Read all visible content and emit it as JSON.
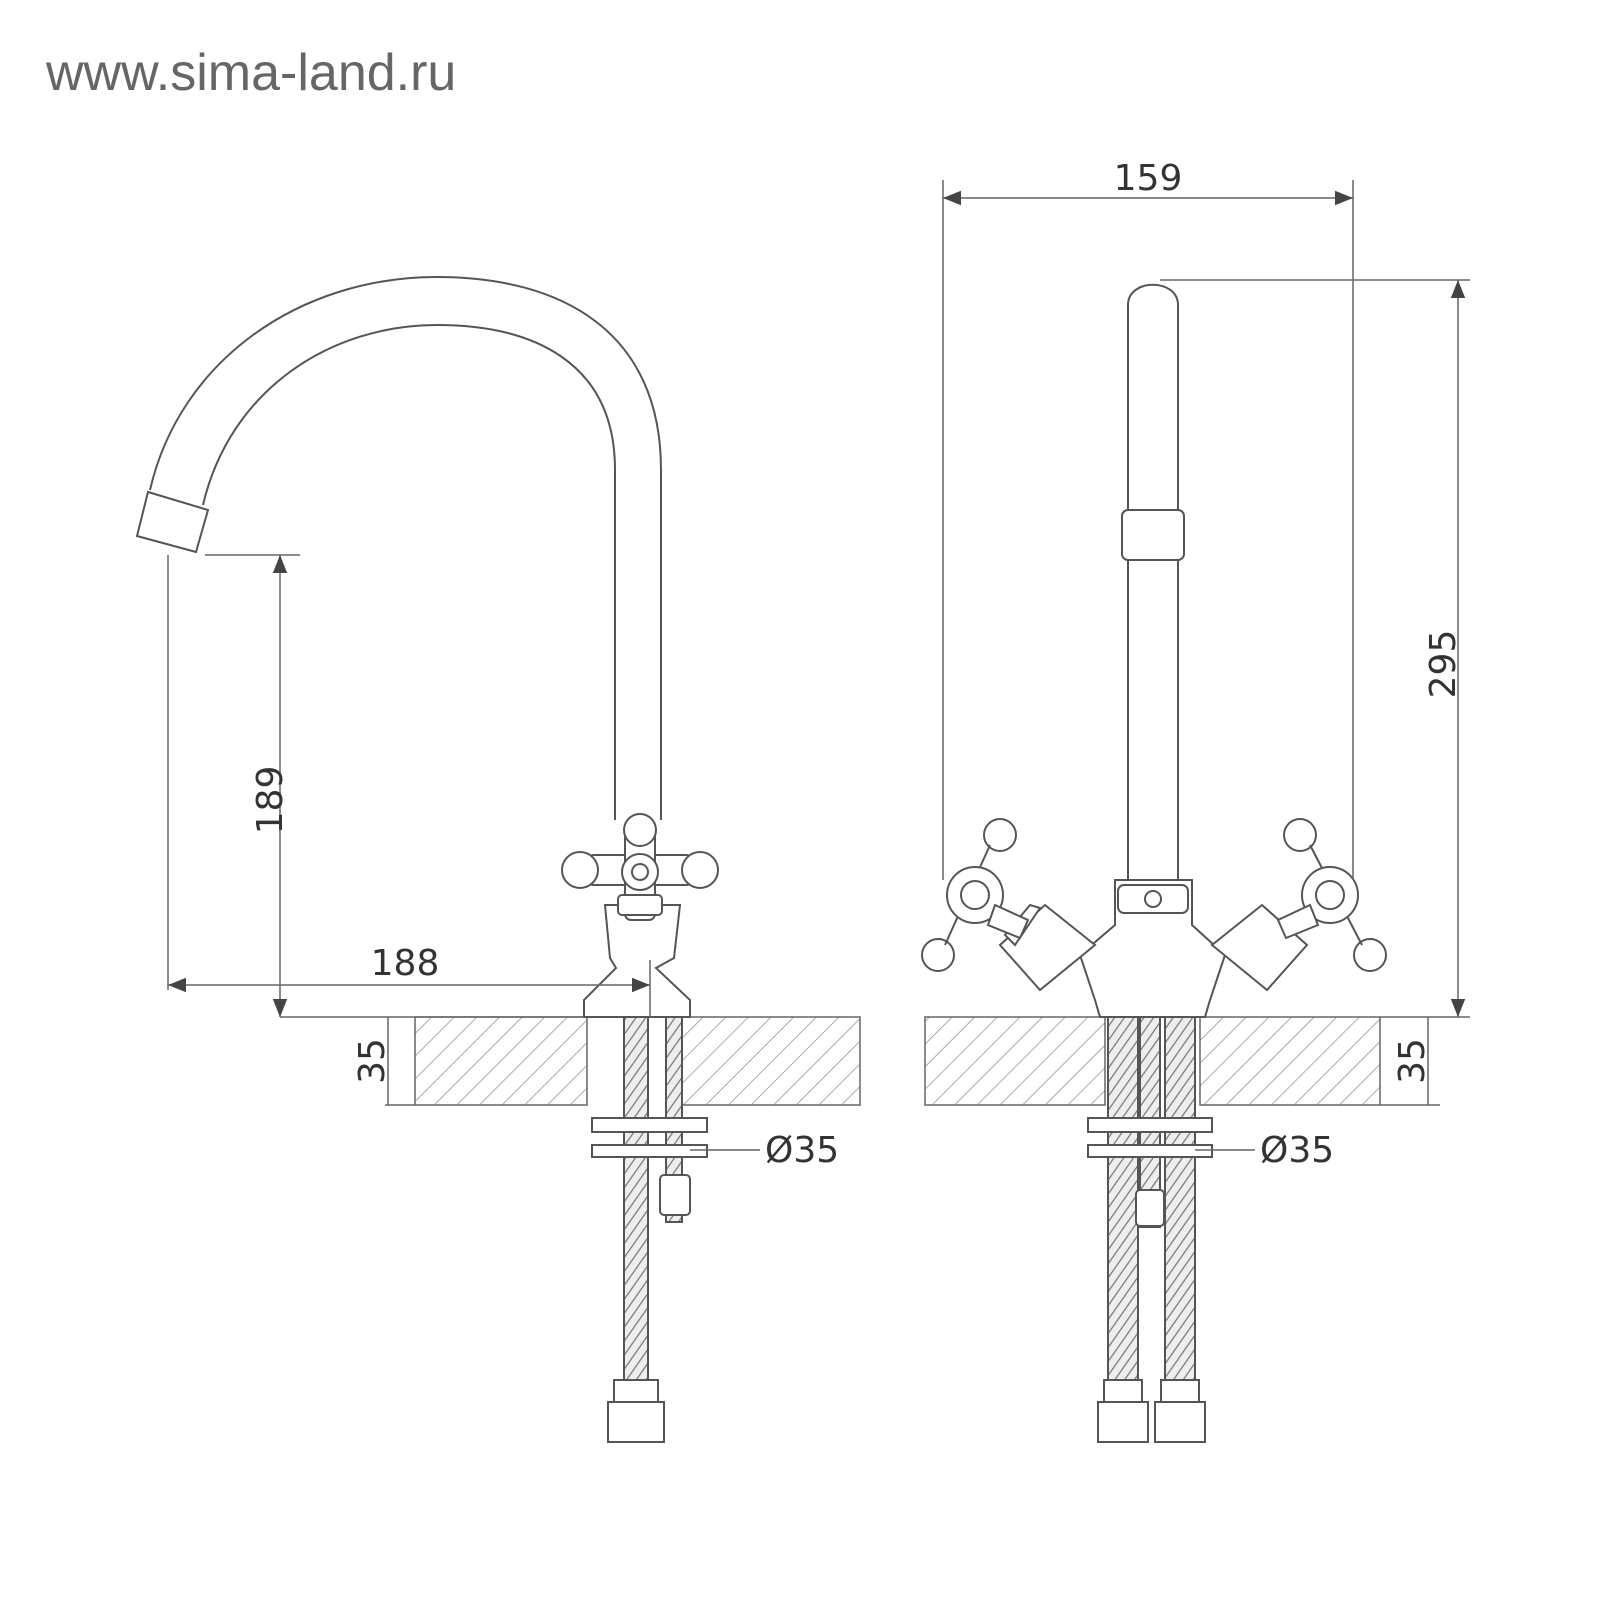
{
  "site_label": "www.sima-land.ru",
  "side_view": {
    "dim_spout_height": "189",
    "dim_spout_reach": "188",
    "dim_deck_thickness": "35",
    "dim_hole_diameter": "Ø35"
  },
  "front_view": {
    "dim_width": "159",
    "dim_total_height": "295",
    "dim_deck_thickness": "35",
    "dim_hole_diameter": "Ø35"
  }
}
